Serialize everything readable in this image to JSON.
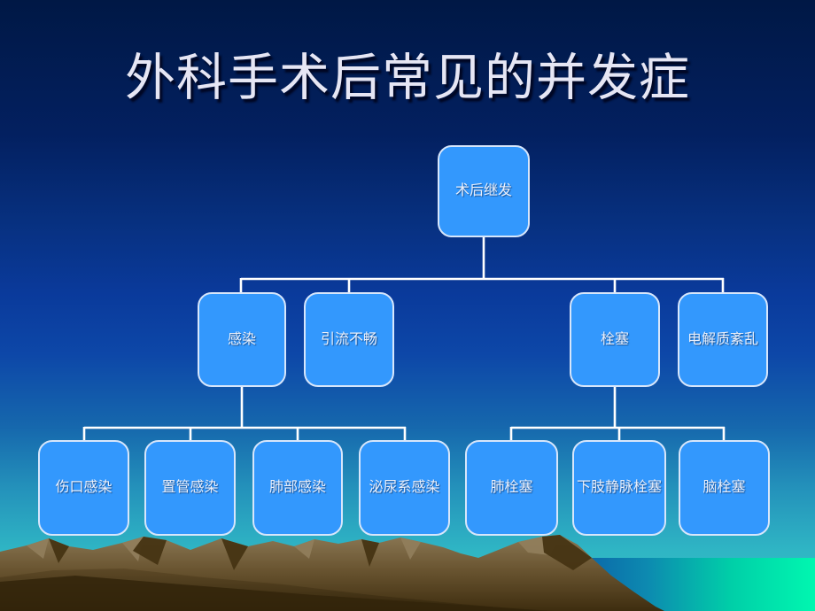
{
  "slide": {
    "title": "外科手术后常见的并发症"
  },
  "nodes": [
    {
      "id": "postop-secondary",
      "label": "术后继发",
      "level": 1
    },
    {
      "id": "infection",
      "label": "感染",
      "level": 2
    },
    {
      "id": "poor-drainage",
      "label": "引流不畅",
      "level": 2
    },
    {
      "id": "embolism",
      "label": "栓塞",
      "level": 2
    },
    {
      "id": "electrolyte-disorder",
      "label": "电解质紊乱",
      "level": 2
    },
    {
      "id": "wound-infection",
      "label": "伤口感染",
      "level": 3
    },
    {
      "id": "catheter-infection",
      "label": "置管感染",
      "level": 3
    },
    {
      "id": "lung-infection",
      "label": "肺部感染",
      "level": 3
    },
    {
      "id": "urinary-infection",
      "label": "泌尿系感染",
      "level": 3
    },
    {
      "id": "pulmonary-embolism",
      "label": "肺栓塞",
      "level": 3
    },
    {
      "id": "lower-limb-venous-embolism",
      "label": "下肢静脉栓塞",
      "level": 3
    },
    {
      "id": "cerebral-embolism",
      "label": "脑栓塞",
      "level": 3
    }
  ],
  "diagram": {
    "type": "tree",
    "root": "术后继发",
    "edges": [
      {
        "from": "术后继发",
        "to": "感染"
      },
      {
        "from": "术后继发",
        "to": "引流不畅"
      },
      {
        "from": "术后继发",
        "to": "栓塞"
      },
      {
        "from": "术后继发",
        "to": "电解质紊乱"
      },
      {
        "from": "感染",
        "to": "伤口感染"
      },
      {
        "from": "感染",
        "to": "置管感染"
      },
      {
        "from": "感染",
        "to": "肺部感染"
      },
      {
        "from": "感染",
        "to": "泌尿系感染"
      },
      {
        "from": "栓塞",
        "to": "肺栓塞"
      },
      {
        "from": "栓塞",
        "to": "下肢静脉栓塞"
      },
      {
        "from": "栓塞",
        "to": "脑栓塞"
      }
    ]
  },
  "colors": {
    "node_fill": "#3398fd",
    "node_border": "#d7e6fb",
    "node_text": "#eaf0fc",
    "connector": "#ffffff",
    "title_text": "#e6e6f4",
    "background_top": "#001845",
    "background_bottom": "#33c5c9",
    "sea_left": "#0a62a8",
    "sea_right": "#00f7b0",
    "mountain_light": "#917e5c",
    "mountain_mid": "#6a5531",
    "mountain_dark": "#33240a"
  }
}
